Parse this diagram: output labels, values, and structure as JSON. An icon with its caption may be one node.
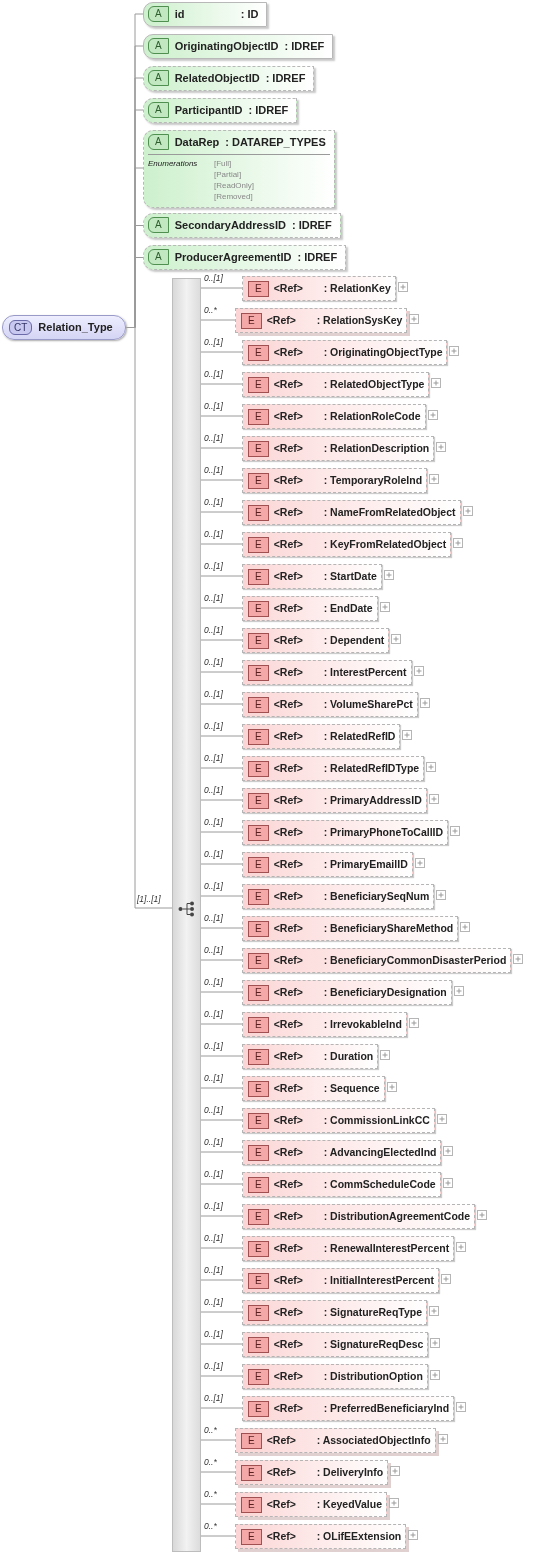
{
  "diagram": {
    "nodes": [
      {
        "text": [
          "CT",
          "Relation_Type"
        ]
      },
      {
        "text": [
          "A",
          "id",
          ": ID"
        ]
      },
      {
        "text": [
          "A",
          "OriginatingObjectID",
          ": IDREF"
        ]
      },
      {
        "text": [
          "A",
          "RelatedObjectID",
          ": IDREF"
        ]
      },
      {
        "text": [
          "A",
          "ParticipantID",
          ": IDREF"
        ]
      },
      {
        "text": [
          "A",
          "DataRep",
          ": DATAREP_TYPES",
          "Enumerations",
          "[Full]",
          "[Partial]",
          "[ReadOnly]",
          "[Removed]"
        ]
      },
      {
        "text": [
          "A",
          "SecondaryAddressID",
          ": IDREF"
        ]
      },
      {
        "text": [
          "A",
          "ProducerAgreementID",
          ": IDREF"
        ]
      },
      {
        "text": [],
        "shape": "bar"
      },
      {
        "text": [
          "E",
          "<Ref>",
          ": RelationKey"
        ]
      },
      {
        "text": [
          "E",
          "<Ref>",
          ": RelationSysKey"
        ]
      },
      {
        "text": [
          "E",
          "<Ref>",
          ": OriginatingObjectType"
        ]
      },
      {
        "text": [
          "E",
          "<Ref>",
          ": RelatedObjectType"
        ]
      },
      {
        "text": [
          "E",
          "<Ref>",
          ": RelationRoleCode"
        ]
      },
      {
        "text": [
          "E",
          "<Ref>",
          ": RelationDescription"
        ]
      },
      {
        "text": [
          "E",
          "<Ref>",
          ": TemporaryRoleInd"
        ]
      },
      {
        "text": [
          "E",
          "<Ref>",
          ": NameFromRelatedObject"
        ]
      },
      {
        "text": [
          "E",
          "<Ref>",
          ": KeyFromRelatedObject"
        ]
      },
      {
        "text": [
          "E",
          "<Ref>",
          ": StartDate"
        ]
      },
      {
        "text": [
          "E",
          "<Ref>",
          ": EndDate"
        ]
      },
      {
        "text": [
          "E",
          "<Ref>",
          ": Dependent"
        ]
      },
      {
        "text": [
          "E",
          "<Ref>",
          ": InterestPercent"
        ]
      },
      {
        "text": [
          "E",
          "<Ref>",
          ": VolumeSharePct"
        ]
      },
      {
        "text": [
          "E",
          "<Ref>",
          ": RelatedRefID"
        ]
      },
      {
        "text": [
          "E",
          "<Ref>",
          ": RelatedRefIDType"
        ]
      },
      {
        "text": [
          "E",
          "<Ref>",
          ": PrimaryAddressID"
        ]
      },
      {
        "text": [
          "E",
          "<Ref>",
          ": PrimaryPhoneToCallID"
        ]
      },
      {
        "text": [
          "E",
          "<Ref>",
          ": PrimaryEmailID"
        ]
      },
      {
        "text": [
          "E",
          "<Ref>",
          ": BeneficiarySeqNum"
        ]
      },
      {
        "text": [
          "E",
          "<Ref>",
          ": BeneficiaryShareMethod"
        ]
      },
      {
        "text": [
          "E",
          "<Ref>",
          ": BeneficiaryCommonDisasterPeriod"
        ]
      },
      {
        "text": [
          "E",
          "<Ref>",
          ": BeneficiaryDesignation"
        ]
      },
      {
        "text": [
          "E",
          "<Ref>",
          ": IrrevokableInd"
        ]
      },
      {
        "text": [
          "E",
          "<Ref>",
          ": Duration"
        ]
      },
      {
        "text": [
          "E",
          "<Ref>",
          ": Sequence"
        ]
      },
      {
        "text": [
          "E",
          "<Ref>",
          ": CommissionLinkCC"
        ]
      },
      {
        "text": [
          "E",
          "<Ref>",
          ": AdvancingElectedInd"
        ]
      },
      {
        "text": [
          "E",
          "<Ref>",
          ": CommScheduleCode"
        ]
      },
      {
        "text": [
          "E",
          "<Ref>",
          ": DistributionAgreementCode"
        ]
      },
      {
        "text": [
          "E",
          "<Ref>",
          ": RenewalInterestPercent"
        ]
      },
      {
        "text": [
          "E",
          "<Ref>",
          ": InitialInterestPercent"
        ]
      },
      {
        "text": [
          "E",
          "<Ref>",
          ": SignatureReqType"
        ]
      },
      {
        "text": [
          "E",
          "<Ref>",
          ": SignatureReqDesc"
        ]
      },
      {
        "text": [
          "E",
          "<Ref>",
          ": DistributionOption"
        ]
      },
      {
        "text": [
          "E",
          "<Ref>",
          ": PreferredBeneficiaryInd"
        ]
      },
      {
        "text": [
          "E",
          "<Ref>",
          ": AssociatedObjectInfo"
        ]
      },
      {
        "text": [
          "E",
          "<Ref>",
          ": DeliveryInfo"
        ]
      },
      {
        "text": [
          "E",
          "<Ref>",
          ": KeyedValue"
        ]
      },
      {
        "text": [
          "E",
          "<Ref>",
          ": OLifEExtension"
        ]
      }
    ],
    "edges": [
      {
        "from": 0,
        "to": 1,
        "arrow": "none"
      },
      {
        "from": 0,
        "to": 2,
        "arrow": "none"
      },
      {
        "from": 0,
        "to": 3,
        "arrow": "none"
      },
      {
        "from": 0,
        "to": 4,
        "arrow": "none"
      },
      {
        "from": 0,
        "to": 5,
        "arrow": "none"
      },
      {
        "from": 0,
        "to": 6,
        "arrow": "none"
      },
      {
        "from": 0,
        "to": 7,
        "arrow": "none"
      },
      {
        "from": 0,
        "to": 8,
        "arrow": "none",
        "label": "[1]..[1]"
      },
      {
        "from": 8,
        "to": 9,
        "arrow": "none",
        "label": "0..[1]"
      },
      {
        "from": 8,
        "to": 10,
        "arrow": "none",
        "label": "0..*"
      },
      {
        "from": 8,
        "to": 11,
        "arrow": "none",
        "label": "0..[1]"
      },
      {
        "from": 8,
        "to": 12,
        "arrow": "none",
        "label": "0..[1]"
      },
      {
        "from": 8,
        "to": 13,
        "arrow": "none",
        "label": "0..[1]"
      },
      {
        "from": 8,
        "to": 14,
        "arrow": "none",
        "label": "0..[1]"
      },
      {
        "from": 8,
        "to": 15,
        "arrow": "none",
        "label": "0..[1]"
      },
      {
        "from": 8,
        "to": 16,
        "arrow": "none",
        "label": "0..[1]"
      },
      {
        "from": 8,
        "to": 17,
        "arrow": "none",
        "label": "0..[1]"
      },
      {
        "from": 8,
        "to": 18,
        "arrow": "none",
        "label": "0..[1]"
      },
      {
        "from": 8,
        "to": 19,
        "arrow": "none",
        "label": "0..[1]"
      },
      {
        "from": 8,
        "to": 20,
        "arrow": "none",
        "label": "0..[1]"
      },
      {
        "from": 8,
        "to": 21,
        "arrow": "none",
        "label": "0..[1]"
      },
      {
        "from": 8,
        "to": 22,
        "arrow": "none",
        "label": "0..[1]"
      },
      {
        "from": 8,
        "to": 23,
        "arrow": "none",
        "label": "0..[1]"
      },
      {
        "from": 8,
        "to": 24,
        "arrow": "none",
        "label": "0..[1]"
      },
      {
        "from": 8,
        "to": 25,
        "arrow": "none",
        "label": "0..[1]"
      },
      {
        "from": 8,
        "to": 26,
        "arrow": "none",
        "label": "0..[1]"
      },
      {
        "from": 8,
        "to": 27,
        "arrow": "none",
        "label": "0..[1]"
      },
      {
        "from": 8,
        "to": 28,
        "arrow": "none",
        "label": "0..[1]"
      },
      {
        "from": 8,
        "to": 29,
        "arrow": "none",
        "label": "0..[1]"
      },
      {
        "from": 8,
        "to": 30,
        "arrow": "none",
        "label": "0..[1]"
      },
      {
        "from": 8,
        "to": 31,
        "arrow": "none",
        "label": "0..[1]"
      },
      {
        "from": 8,
        "to": 32,
        "arrow": "none",
        "label": "0..[1]"
      },
      {
        "from": 8,
        "to": 33,
        "arrow": "none",
        "label": "0..[1]"
      },
      {
        "from": 8,
        "to": 34,
        "arrow": "none",
        "label": "0..[1]"
      },
      {
        "from": 8,
        "to": 35,
        "arrow": "none",
        "label": "0..[1]"
      },
      {
        "from": 8,
        "to": 36,
        "arrow": "none",
        "label": "0..[1]"
      },
      {
        "from": 8,
        "to": 37,
        "arrow": "none",
        "label": "0..[1]"
      },
      {
        "from": 8,
        "to": 38,
        "arrow": "none",
        "label": "0..[1]"
      },
      {
        "from": 8,
        "to": 39,
        "arrow": "none",
        "label": "0..[1]"
      },
      {
        "from": 8,
        "to": 40,
        "arrow": "none",
        "label": "0..[1]"
      },
      {
        "from": 8,
        "to": 41,
        "arrow": "none",
        "label": "0..[1]"
      },
      {
        "from": 8,
        "to": 42,
        "arrow": "none",
        "label": "0..[1]"
      },
      {
        "from": 8,
        "to": 43,
        "arrow": "none",
        "label": "0..[1]"
      },
      {
        "from": 8,
        "to": 44,
        "arrow": "none",
        "label": "0..[1]"
      },
      {
        "from": 8,
        "to": 45,
        "arrow": "none",
        "label": "0..*"
      },
      {
        "from": 8,
        "to": 46,
        "arrow": "none",
        "label": "0..*"
      },
      {
        "from": 8,
        "to": 47,
        "arrow": "none",
        "label": "0..*"
      },
      {
        "from": 8,
        "to": 48,
        "arrow": "none",
        "label": "0..*"
      }
    ]
  }
}
